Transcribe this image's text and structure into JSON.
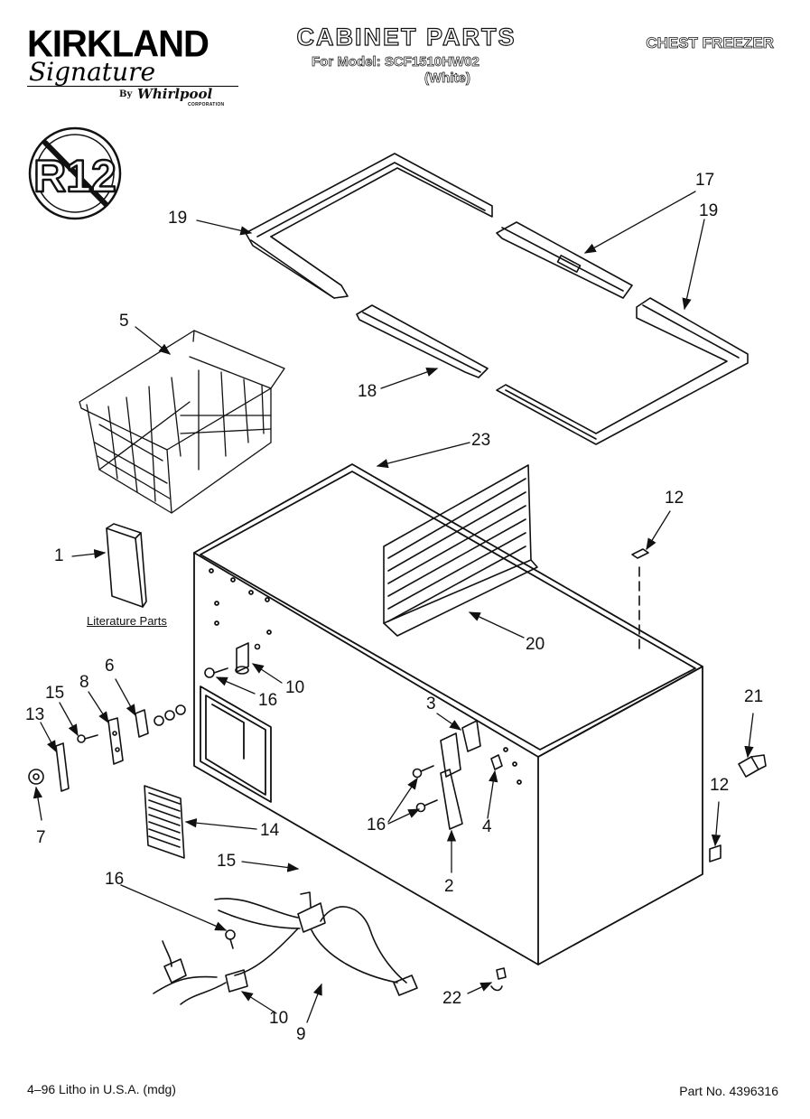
{
  "brand": {
    "name": "KIRKLAND",
    "signature": "Signature",
    "by": "By",
    "maker": "Whirlpool",
    "corporation": "CORPORATION"
  },
  "header": {
    "title": "CABINET PARTS",
    "model_line": "For Model: SCF1510HW02",
    "color_line": "(White)",
    "product_type": "CHEST FREEZER"
  },
  "badge": {
    "text": "R12"
  },
  "labels": {
    "literature": "Literature Parts"
  },
  "callouts": [
    {
      "id": "c19a",
      "text": "19"
    },
    {
      "id": "c17",
      "text": "17"
    },
    {
      "id": "c19b",
      "text": "19"
    },
    {
      "id": "c5",
      "text": "5"
    },
    {
      "id": "c18",
      "text": "18"
    },
    {
      "id": "c23",
      "text": "23"
    },
    {
      "id": "c12a",
      "text": "12"
    },
    {
      "id": "c1",
      "text": "1"
    },
    {
      "id": "c20",
      "text": "20"
    },
    {
      "id": "c6",
      "text": "6"
    },
    {
      "id": "c10a",
      "text": "10"
    },
    {
      "id": "c16a",
      "text": "16"
    },
    {
      "id": "c15a",
      "text": "15"
    },
    {
      "id": "c8",
      "text": "8"
    },
    {
      "id": "c13",
      "text": "13"
    },
    {
      "id": "c3",
      "text": "3"
    },
    {
      "id": "c21",
      "text": "21"
    },
    {
      "id": "c7",
      "text": "7"
    },
    {
      "id": "c14",
      "text": "14"
    },
    {
      "id": "c16b",
      "text": "16"
    },
    {
      "id": "c4",
      "text": "4"
    },
    {
      "id": "c12b",
      "text": "12"
    },
    {
      "id": "c2",
      "text": "2"
    },
    {
      "id": "c15b",
      "text": "15"
    },
    {
      "id": "c16c",
      "text": "16"
    },
    {
      "id": "c22",
      "text": "22"
    },
    {
      "id": "c10b",
      "text": "10"
    },
    {
      "id": "c9",
      "text": "9"
    }
  ],
  "footer": {
    "print_info": "4–96 Litho in U.S.A. (mdg)",
    "part_no": "Part No. 4396316"
  }
}
